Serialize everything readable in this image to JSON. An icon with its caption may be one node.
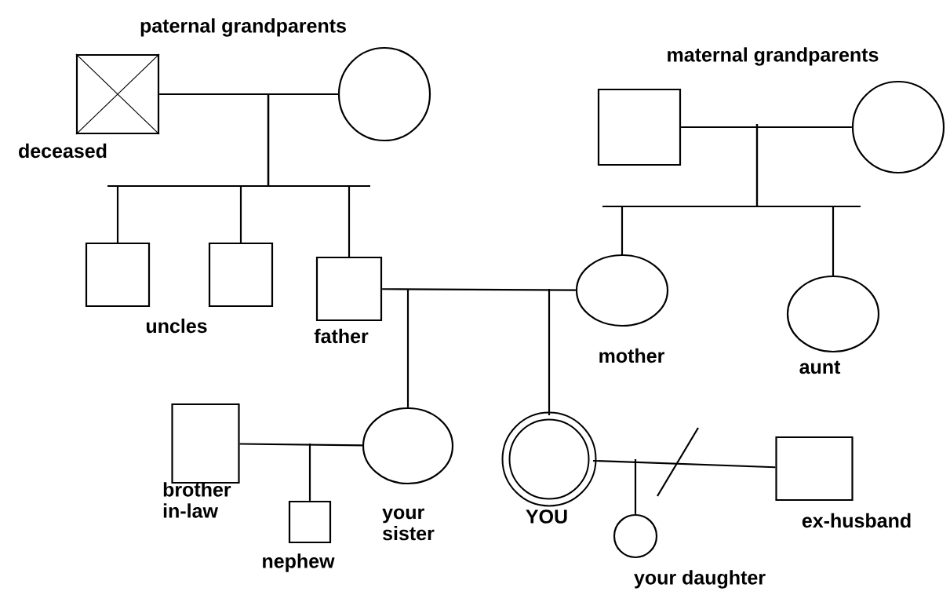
{
  "diagram": {
    "nodes": [
      {
        "text": [],
        "shape": "box",
        "beside": [
          "deceased"
        ]
      },
      {
        "text": [],
        "shape": "circle"
      },
      {
        "text": [],
        "shape": "box"
      },
      {
        "text": [],
        "shape": "circle"
      },
      {
        "text": [],
        "shape": "box"
      },
      {
        "text": [],
        "shape": "box"
      },
      {
        "text": [],
        "shape": "box",
        "beside": [
          "father"
        ]
      },
      {
        "text": [],
        "shape": "circle",
        "beside": [
          "mother"
        ]
      },
      {
        "text": [],
        "shape": "circle",
        "beside": [
          "aunt"
        ]
      },
      {
        "text": [],
        "shape": "box",
        "beside": [
          "brother in-law"
        ]
      },
      {
        "text": [],
        "shape": "circle",
        "beside": [
          "your sister"
        ]
      },
      {
        "text": [],
        "shape": "circle",
        "beside": [
          "YOU"
        ]
      },
      {
        "text": [],
        "shape": "box",
        "beside": [
          "ex-husband"
        ]
      },
      {
        "text": [],
        "shape": "box",
        "beside": [
          "nephew"
        ]
      },
      {
        "text": [],
        "shape": "circle",
        "beside": [
          "your daughter"
        ]
      }
    ],
    "edges": [
      {
        "from": 0,
        "to": 1,
        "arrow": "none"
      },
      {
        "from": 2,
        "to": 3,
        "arrow": "none"
      },
      {
        "from": null,
        "to": 4,
        "arrow": "none"
      },
      {
        "from": null,
        "to": 5,
        "arrow": "none"
      },
      {
        "from": null,
        "to": 6,
        "arrow": "none"
      },
      {
        "from": null,
        "to": 7,
        "arrow": "none"
      },
      {
        "from": null,
        "to": 8,
        "arrow": "none"
      },
      {
        "from": 6,
        "to": 7,
        "arrow": "none"
      },
      {
        "from": null,
        "to": 10,
        "arrow": "none"
      },
      {
        "from": null,
        "to": 11,
        "arrow": "none"
      },
      {
        "from": 9,
        "to": 10,
        "arrow": "none"
      },
      {
        "from": null,
        "to": 13,
        "arrow": "none"
      },
      {
        "from": 11,
        "to": 12,
        "arrow": "none"
      },
      {
        "from": null,
        "to": 14,
        "arrow": "none"
      }
    ],
    "labels": [
      "paternal grandparents",
      "maternal grandparents",
      "uncles"
    ]
  }
}
